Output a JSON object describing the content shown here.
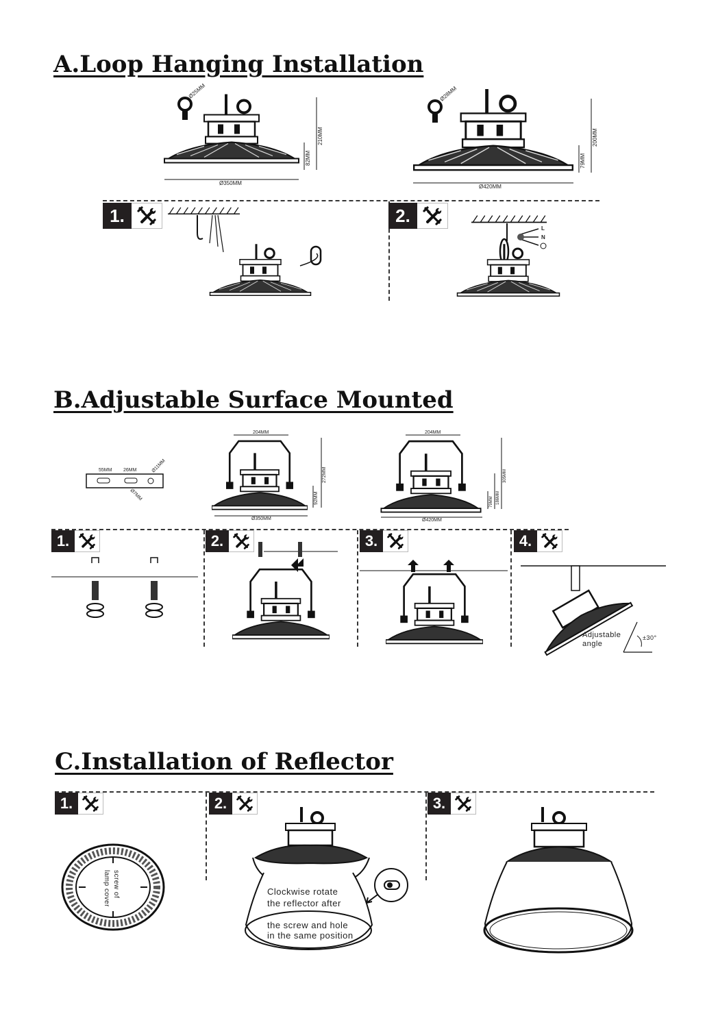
{
  "sections": {
    "a": {
      "title": "A.Loop Hanging Installation"
    },
    "b": {
      "title": "B.Adjustable Surface Mounted"
    },
    "c": {
      "title": "C.Installation of Reflector"
    }
  },
  "steps": {
    "one": "1.",
    "two": "2.",
    "three": "3.",
    "four": "4."
  },
  "icons": {
    "step_tool": "hammer-wrench-icon"
  },
  "a_dims": {
    "ring_small": "Ø25MM",
    "height_small": "210MM",
    "lower_small": "82MM",
    "dia_small": "Ø350MM",
    "ring_large": "Ø28MM",
    "height_large": "200MM",
    "lower_large": "79MM",
    "dia_large": "Ø420MM"
  },
  "wiring": {
    "l": "L",
    "n": "N"
  },
  "b_dims": {
    "bracket_a": "55MM",
    "bracket_b": "26MM",
    "bracket_c": "Ø11MM",
    "bracket_d": "Ø7MM",
    "width_small": "204MM",
    "height_small": "272MM",
    "lower_small": "92MM",
    "dia_small": "Ø350MM",
    "width_large": "204MM",
    "height_large": "305MM",
    "lower_large": "79MM",
    "mid_large": "186MM",
    "dia_large": "Ø420MM"
  },
  "adjust": {
    "line1": "Adjustable",
    "line2": "angle",
    "angle": "±30°"
  },
  "c_notes": {
    "screw_line1": "screw of",
    "screw_line2": "lamp cover",
    "rotate_line1": "Clockwise rotate",
    "rotate_line2": "the reflector after",
    "rotate_line3": "the screw and hole",
    "rotate_line4": "in the same position"
  }
}
